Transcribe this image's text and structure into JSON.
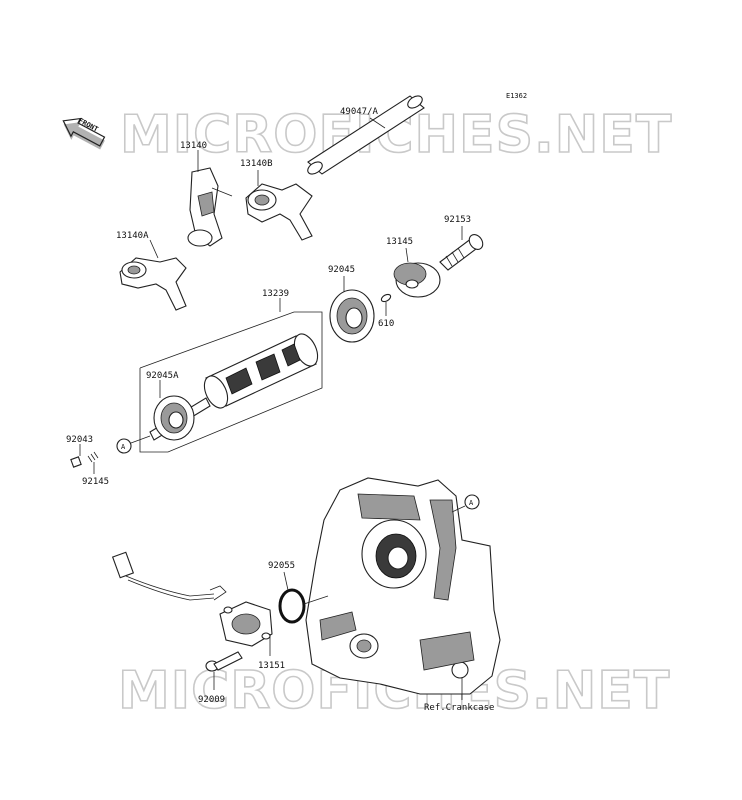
{
  "diagram_code": "E1362",
  "front_label": "FRONT",
  "watermark_top": "MICROFICHES.NET",
  "watermark_bottom": "MICROFICHES.NET",
  "ref_crankcase": "Ref.Crankcase",
  "ref_marker": "A",
  "parts": {
    "p49047A": "49047/A",
    "p13140": "13140",
    "p13140B": "13140B",
    "p13140A": "13140A",
    "p92153": "92153",
    "p13145": "13145",
    "p92045": "92045",
    "p610": "610",
    "p13239": "13239",
    "p92045A": "92045A",
    "p92043": "92043",
    "p92145": "92145",
    "p92055": "92055",
    "p13151": "13151",
    "p92009": "92009"
  },
  "colors": {
    "ink": "#222222",
    "watermark": "#c9c9c9",
    "background": "#ffffff"
  }
}
